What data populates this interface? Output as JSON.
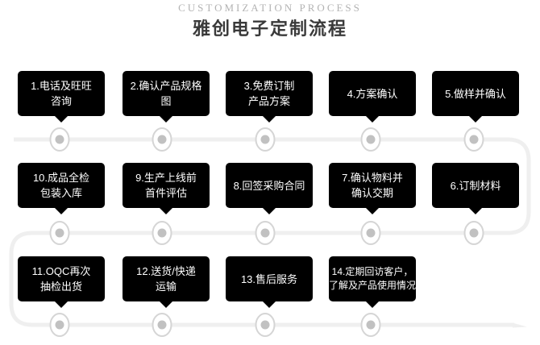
{
  "header": {
    "subtitle": "CUSTOMIZATION PROCESS",
    "title": "雅创电子定制流程"
  },
  "steps": [
    {
      "label": "1.电话及旺旺\n咨询"
    },
    {
      "label": "2.确认产品规格\n图"
    },
    {
      "label": "3.免费订制\n产品方案"
    },
    {
      "label": "4.方案确认"
    },
    {
      "label": "5.做样并确认"
    },
    {
      "label": "6.订制材料"
    },
    {
      "label": "7.确认物料并\n确认交期"
    },
    {
      "label": "8.回签采购合同"
    },
    {
      "label": "9.生产上线前\n首件评估"
    },
    {
      "label": "10.成品全检\n包装入库"
    },
    {
      "label": "11.OQC再次\n抽检出货"
    },
    {
      "label": "12.送货/快递\n运输"
    },
    {
      "label": "13.售后服务"
    },
    {
      "label": "14.定期回访客户，了解及产品使用情况"
    }
  ],
  "colors": {
    "box": "#000000",
    "box_text": "#ffffff",
    "line": "#efefef",
    "node_ring": "#d5d5d5",
    "node_dot": "#c1c1c1",
    "title": "#3a3a3a",
    "subtitle": "#b3b3b3"
  }
}
